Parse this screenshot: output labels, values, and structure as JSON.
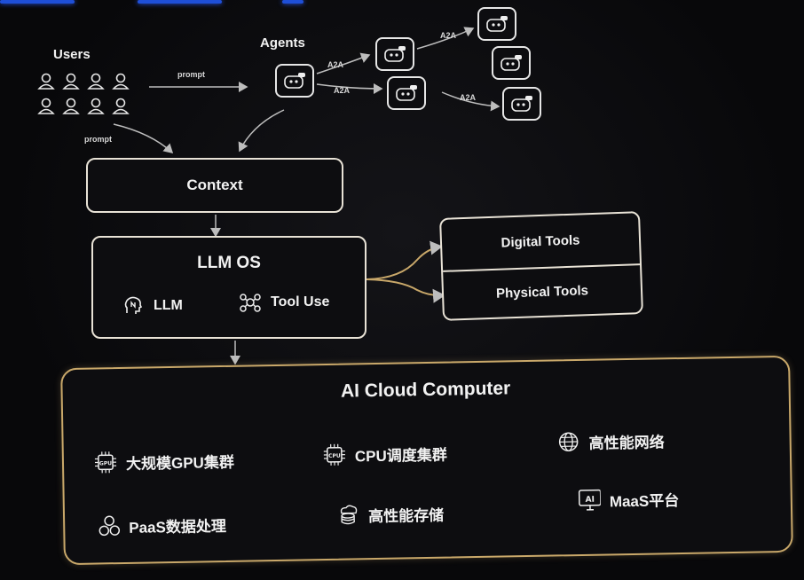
{
  "users": {
    "label": "Users"
  },
  "agents": {
    "label": "Agents"
  },
  "edges": {
    "prompt_users": "prompt",
    "prompt_down": "prompt",
    "a2a": "A2A"
  },
  "context": {
    "label": "Context"
  },
  "llm_os": {
    "title": "LLM OS",
    "llm_label": "LLM",
    "tool_use_label": "Tool Use"
  },
  "tools": {
    "digital": "Digital Tools",
    "physical": "Physical Tools"
  },
  "cloud": {
    "title": "AI Cloud Computer",
    "items": [
      {
        "label": "大规模GPU集群",
        "icon": "gpu-chip-icon"
      },
      {
        "label": "CPU调度集群",
        "icon": "cpu-chip-icon"
      },
      {
        "label": "高性能网络",
        "icon": "globe-icon"
      },
      {
        "label": "PaaS数据处理",
        "icon": "hexagon-cluster-icon"
      },
      {
        "label": "高性能存储",
        "icon": "storage-icon"
      },
      {
        "label": "MaaS平台",
        "icon": "ai-screen-icon"
      }
    ]
  },
  "colors": {
    "accent_blue": "#1e4fd8",
    "frame_gold": "#c9a86a",
    "box_border": "#e8e2d6"
  }
}
